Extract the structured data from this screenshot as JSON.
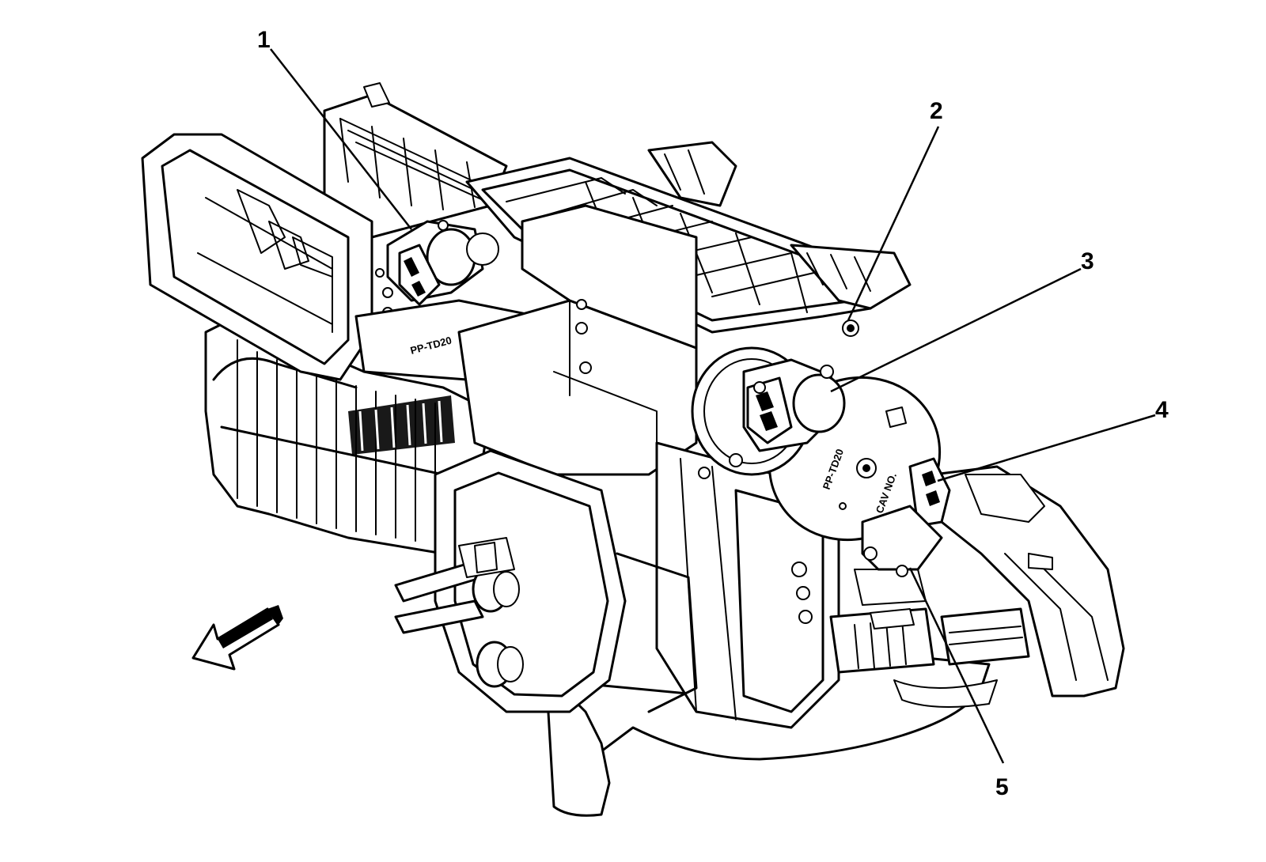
{
  "diagram": {
    "callouts": [
      {
        "id": "1",
        "label": "1"
      },
      {
        "id": "2",
        "label": "2"
      },
      {
        "id": "3",
        "label": "3"
      },
      {
        "id": "4",
        "label": "4"
      },
      {
        "id": "5",
        "label": "5"
      }
    ],
    "stamps": {
      "left_housing": "PP-TD20",
      "right_plate": "PP-TD20",
      "right_plate_cav": "CAV NO."
    },
    "icons": {
      "direction_arrow": "front-arrow-icon"
    }
  }
}
